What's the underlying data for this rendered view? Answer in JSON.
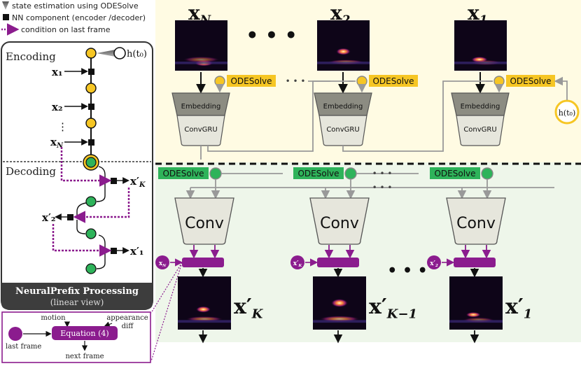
{
  "legend": {
    "state_estimation": "state estimation using ODESolve",
    "nn_component": "NN component (encoder /decoder)",
    "condition": "condition on last frame"
  },
  "left_panel": {
    "encoding_label": "Encoding",
    "decoding_label": "Decoding",
    "h0": "h(t₀)",
    "x1": "x₁",
    "x2": "x₂",
    "xN": "x",
    "xN_sub": "N",
    "xpK": "x′",
    "xpK_sub": "K",
    "xp2": "x′₂",
    "xp1": "x′₁",
    "dots": "⋮",
    "footer_title": "NeuralPrefix Processing",
    "footer_sub": "(linear view)"
  },
  "equation_box": {
    "motion": "motion",
    "appearance": "appearance",
    "diff": "diff",
    "equation": "Equation (4)",
    "last_frame": "last frame",
    "next_frame": "next frame"
  },
  "encoder": {
    "frames": [
      {
        "label": "x",
        "sub": "N"
      },
      {
        "label": "x",
        "sub": "2"
      },
      {
        "label": "x",
        "sub": "1"
      }
    ],
    "embedding": "Embedding",
    "convgru": "ConvGRU",
    "odesolve": "ODESolve",
    "h0": "h(t₀)",
    "ellipsis": "• • •"
  },
  "decoder": {
    "odesolve": "ODESolve",
    "conv": "Conv",
    "inputs": [
      "x",
      "x′",
      "x′"
    ],
    "input_subs": [
      "N",
      "K",
      "2"
    ],
    "frames": [
      {
        "label": "x′",
        "sub": "K"
      },
      {
        "label": "x′",
        "sub": "K−1"
      },
      {
        "label": "x′",
        "sub": "1"
      }
    ],
    "ellipsis": "• • •"
  },
  "colors": {
    "yellow_bg": "#fffbe3",
    "green_bg": "#eef6ea",
    "yellow_node": "#f6c624",
    "green_node": "#2eb35a",
    "ode_yellow": "#f6c624",
    "ode_green": "#2eb35a",
    "purple": "#8b1c8e",
    "embed_dark": "#8c8c82",
    "embed_light": "#e6e6dc"
  }
}
